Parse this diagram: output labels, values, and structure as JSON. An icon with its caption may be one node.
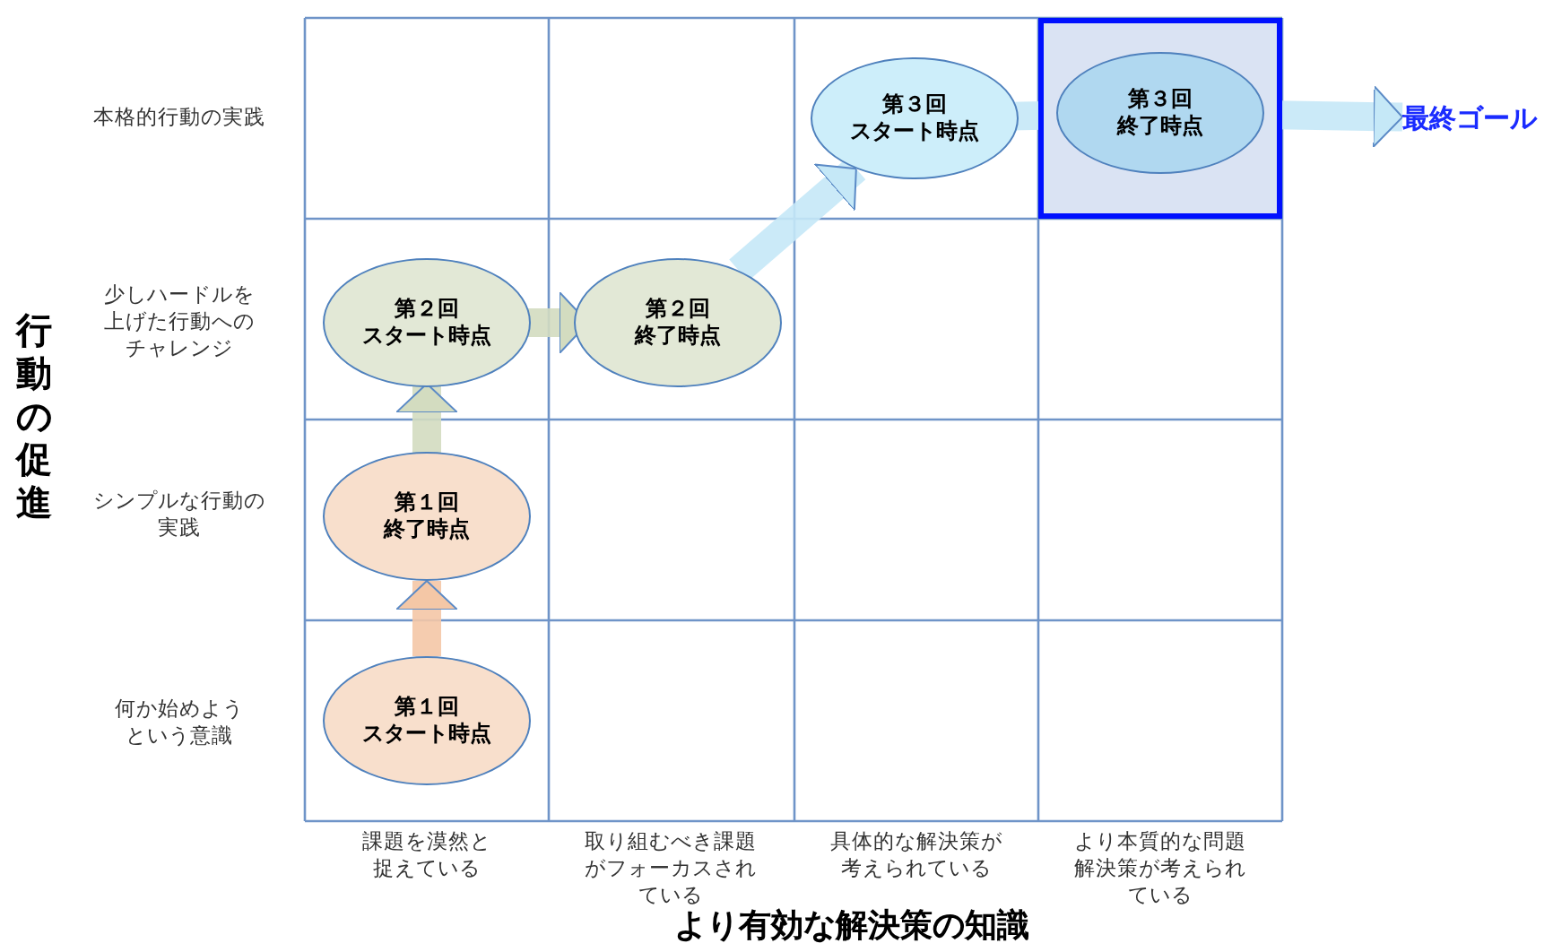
{
  "diagram": {
    "nodes": [
      {
        "text": [
          "第３回",
          "スタート時点"
        ]
      },
      {
        "text": [],
        "shape": "box"
      },
      {
        "text": [
          "第３回",
          "終了時点"
        ],
        "in": 1
      },
      {
        "text": [
          "最終ゴール"
        ]
      },
      {
        "text": [
          "第２回",
          "スタート時点"
        ]
      },
      {
        "text": [
          "第２回",
          "終了時点"
        ]
      },
      {
        "text": [
          "第１回",
          "終了時点"
        ]
      },
      {
        "text": [
          "第１回",
          "スタート時点"
        ]
      }
    ],
    "edges": [
      {
        "from": 7,
        "to": 6,
        "arrow": "to",
        "color": "#f4c7a6"
      },
      {
        "from": 6,
        "to": 4,
        "arrow": "to",
        "color": "#d3dcc0"
      },
      {
        "from": 4,
        "to": 5,
        "arrow": "to",
        "color": "#d3dcc0"
      },
      {
        "from": 5,
        "to": 0,
        "arrow": "to"
      },
      {
        "from": 0,
        "to": 2,
        "arrow": "to"
      },
      {
        "from": 2,
        "to": 3,
        "arrow": "to"
      }
    ],
    "labels": [
      "本格的行動の実践",
      "少しハードルを上げた行動へのチャレンジ",
      "行動の促進",
      "シンプルな行動の実践",
      "何か始めようという意識",
      "課題を漠然と捉えている",
      "取り組むべき課題がフォーカスされている",
      "具体的な解決策が考えられている",
      "より本質的な問題解決策が考えられている",
      "より有効な解決策の知識"
    ]
  }
}
